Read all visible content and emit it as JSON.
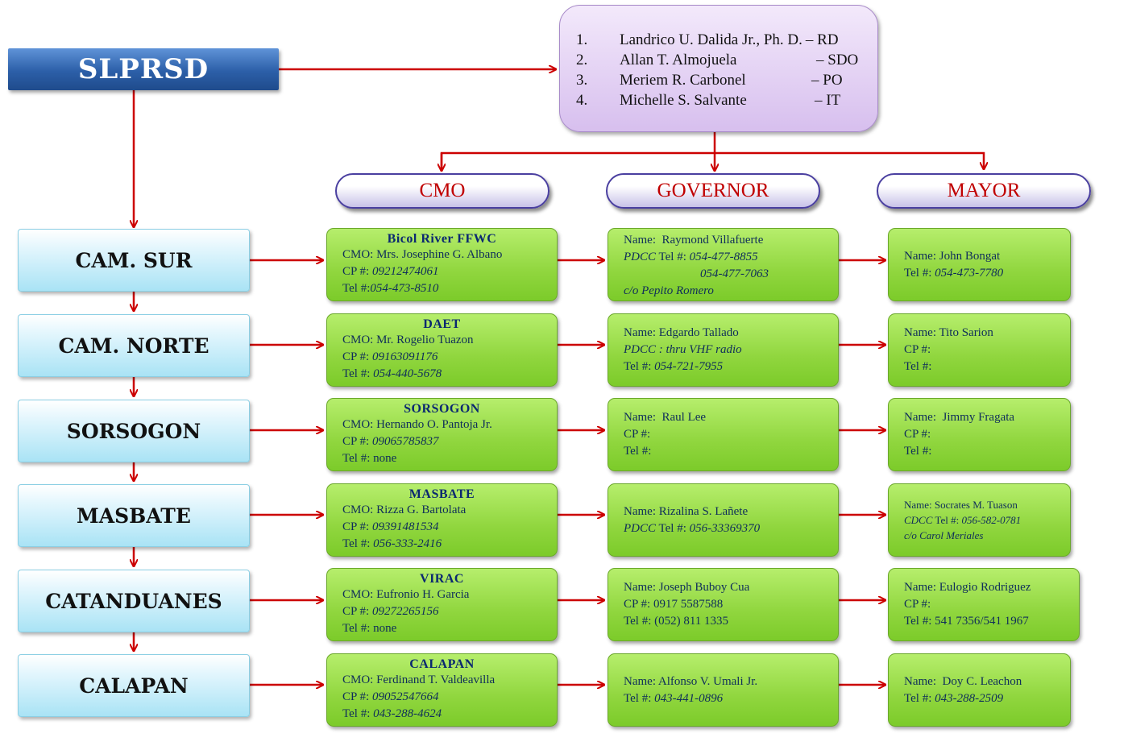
{
  "root": {
    "label": "SLPRSD"
  },
  "staff": [
    {
      "num": "1.",
      "name": "Landrico U. Dalida Jr., Ph. D.",
      "role": "– RD"
    },
    {
      "num": "2.",
      "name": "Allan T. Almojuela",
      "role": "– SDO"
    },
    {
      "num": "3.",
      "name": "Meriem R. Carbonel",
      "role": "– PO"
    },
    {
      "num": "4.",
      "name": "Michelle S. Salvante",
      "role": "– IT"
    }
  ],
  "categories": {
    "cmo": "CMO",
    "governor": "GOVERNOR",
    "mayor": "MAYOR"
  },
  "provinces": [
    {
      "name": "CAM. SUR",
      "cmo": {
        "header": "Bicol River FFWC",
        "cmo_label": "CMO:",
        "cmo_name": "Mrs. Josephine G. Albano",
        "cp_label": "CP #:",
        "cp": "09212474061",
        "tel_label": "Tel #:",
        "tel": "054-473-8510"
      },
      "gov": {
        "l1a": "Name:",
        "l1b": "Raymond Villafuerte",
        "l2a": "PDCC",
        "l2b": "Tel #:",
        "l2c": "054-477-8855",
        "l3": "054-477-7063",
        "l4": "c/o Pepito Romero"
      },
      "mayor": {
        "l1a": "Name:",
        "l1b": "John Bongat",
        "l2a": "Tel #:",
        "l2b": "054-473-7780"
      }
    },
    {
      "name": "CAM. NORTE",
      "cmo": {
        "header": "DAET",
        "cmo_label": "CMO:",
        "cmo_name": "Mr. Rogelio Tuazon",
        "cp_label": "CP #:",
        "cp": "09163091176",
        "tel_label": "Tel #:",
        "tel": "054-440-5678"
      },
      "gov": {
        "l1a": "Name:",
        "l1b": "Edgardo Tallado",
        "l2a": "PDCC : thru VHF radio",
        "l3a": "Tel #:",
        "l3b": "054-721-7955"
      },
      "mayor": {
        "l1a": "Name:",
        "l1b": "Tito Sarion",
        "l2": "CP #:",
        "l3": "Tel #:"
      }
    },
    {
      "name": "SORSOGON",
      "cmo": {
        "header": "SORSOGON",
        "cmo_label": "CMO:",
        "cmo_name": "Hernando O. Pantoja Jr.",
        "cp_label": "CP #:",
        "cp": "09065785837",
        "tel_label": "Tel #:",
        "tel": "none"
      },
      "gov": {
        "l1a": "Name:",
        "l1b": "Raul Lee",
        "l2": "CP #:",
        "l3": "Tel #:"
      },
      "mayor": {
        "l1a": "Name:",
        "l1b": "Jimmy Fragata",
        "l2": "CP #:",
        "l3": "Tel #:"
      }
    },
    {
      "name": "MASBATE",
      "cmo": {
        "header": "MASBATE",
        "cmo_label": "CMO:",
        "cmo_name": "Rizza G. Bartolata",
        "cp_label": "CP #:",
        "cp": "09391481534",
        "tel_label": "Tel #:",
        "tel": "056-333-2416"
      },
      "gov": {
        "l1a": "Name:",
        "l1b": "Rizalina S. Lañete",
        "l2a": "PDCC",
        "l2b": "Tel #:",
        "l2c": "056-33369370"
      },
      "mayor": {
        "l1a": "Name:",
        "l1b": "Socrates M. Tuason",
        "l2a": "CDCC",
        "l2b": "Tel #:",
        "l2c": "056-582-0781",
        "l3": "c/o Carol Meriales"
      }
    },
    {
      "name": "CATANDUANES",
      "cmo": {
        "header": "VIRAC",
        "cmo_label": "CMO:",
        "cmo_name": "Eufronio H. Garcia",
        "cp_label": "CP #:",
        "cp": "09272265156",
        "tel_label": "Tel #:",
        "tel": "none"
      },
      "gov": {
        "l1a": "Name:",
        "l1b": "Joseph Buboy Cua",
        "l2": "CP #: 0917 5587588",
        "l3": "Tel #: (052) 811 1335"
      },
      "mayor": {
        "l1a": "Name:",
        "l1b": "Eulogio Rodriguez",
        "l2": "CP #:",
        "l3": "Tel #: 541 7356/541 1967"
      }
    },
    {
      "name": "CALAPAN",
      "cmo": {
        "header": "CALAPAN",
        "cmo_label": "CMO:",
        "cmo_name": "Ferdinand T. Valdeavilla",
        "cp_label": "CP #:",
        "cp": "09052547664",
        "tel_label": "Tel #:",
        "tel": "043-288-4624"
      },
      "gov": {
        "l1a": "Name:",
        "l1b": "Alfonso V. Umali Jr.",
        "l2a": "Tel #:",
        "l2b": "043-441-0896"
      },
      "mayor": {
        "l1a": "Name:",
        "l1b": "Doy C. Leachon",
        "l2a": "Tel #:",
        "l2b": "043-288-2509"
      }
    }
  ],
  "colors": {
    "arrow": "#cc0000",
    "root": "#2c5fa8",
    "green": "#90d63e",
    "cyan": "#a9e3f5",
    "lavender": "#d7bfee",
    "pill_text": "#c00000"
  }
}
